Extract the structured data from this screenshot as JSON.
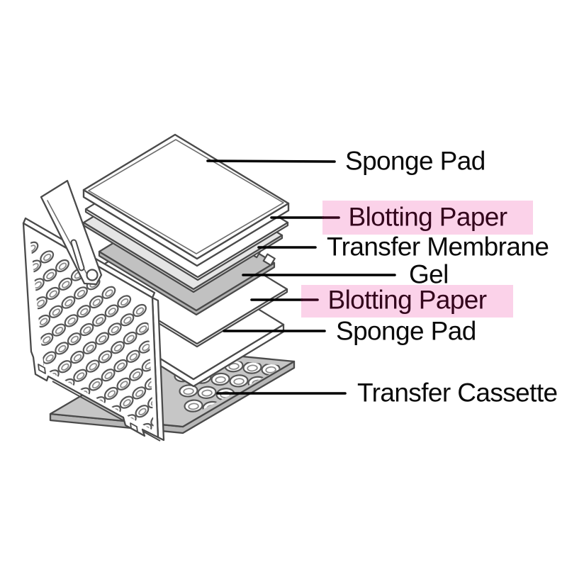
{
  "diagram": {
    "labels": [
      {
        "text": "Sponge Pad",
        "highlight": false
      },
      {
        "text": "Blotting Paper",
        "highlight": true
      },
      {
        "text": "Transfer Membrane",
        "highlight": false
      },
      {
        "text": "Gel",
        "highlight": false
      },
      {
        "text": "Blotting Paper",
        "highlight": true
      },
      {
        "text": "Sponge Pad",
        "highlight": false
      },
      {
        "text": "Transfer Cassette",
        "highlight": false
      }
    ],
    "colors": {
      "highlight_pink": "#FBD2E9",
      "highlight_text": "#33051C",
      "leader_line": "#000000",
      "outline_gray": "#4A4A4A",
      "membrane_gray": "#E5E5E5",
      "gel_gray": "#C1C1C1",
      "tray_gray": "#C6C6C6"
    }
  }
}
